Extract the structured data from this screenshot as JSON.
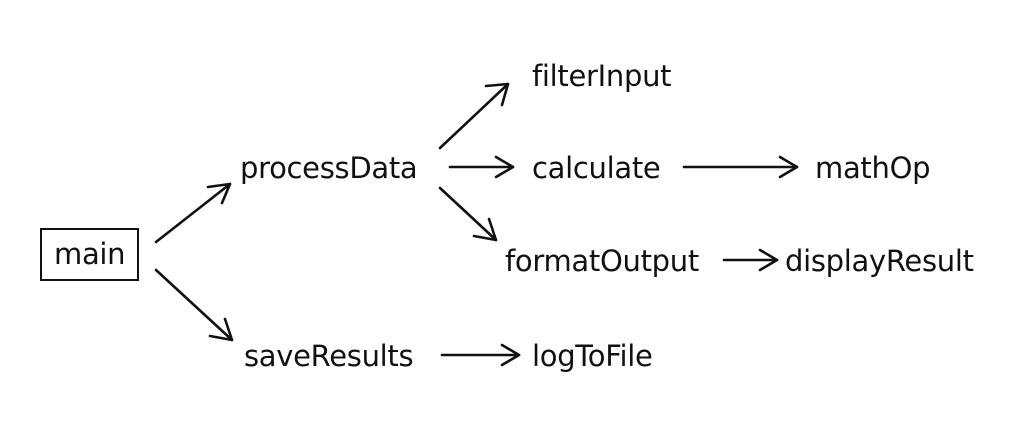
{
  "diagram": {
    "nodes": {
      "main": "main",
      "processData": "processData",
      "saveResults": "saveResults",
      "filterInput": "filterInput",
      "calculate": "calculate",
      "formatOutput": "formatOutput",
      "mathOp": "mathOp",
      "displayResult": "displayResult",
      "logToFile": "logToFile"
    },
    "edges": [
      {
        "from": "main",
        "to": "processData"
      },
      {
        "from": "main",
        "to": "saveResults"
      },
      {
        "from": "processData",
        "to": "filterInput"
      },
      {
        "from": "processData",
        "to": "calculate"
      },
      {
        "from": "processData",
        "to": "formatOutput"
      },
      {
        "from": "calculate",
        "to": "mathOp"
      },
      {
        "from": "formatOutput",
        "to": "displayResult"
      },
      {
        "from": "saveResults",
        "to": "logToFile"
      }
    ],
    "colors": {
      "ink": "#111111",
      "background": "#ffffff"
    }
  }
}
